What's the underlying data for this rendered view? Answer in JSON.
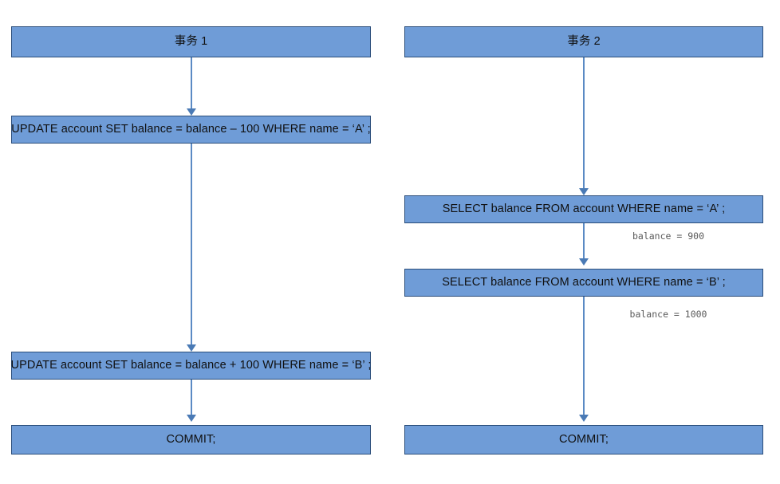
{
  "diagram": {
    "title_left": "事务 1",
    "title_right": "事务 2",
    "columns": [
      {
        "name": "transaction-1",
        "header": "事务 1",
        "steps": [
          {
            "label": "UPDATE account SET balance = balance – 100 WHERE name =   ‘A’  ;"
          },
          {
            "label": "UPDATE account SET balance = balance + 100 WHERE name =   ‘B’  ;"
          },
          {
            "label": "COMMIT;"
          }
        ]
      },
      {
        "name": "transaction-2",
        "header": "事务 2",
        "steps": [
          {
            "label": "SELECT balance FROM account WHERE name =   ‘A’  ;"
          },
          {
            "label": "SELECT balance FROM account WHERE name =   ‘B’  ;"
          },
          {
            "label": "COMMIT;"
          }
        ],
        "annotations": [
          {
            "text": "balance = 900"
          },
          {
            "text": "balance = 1000"
          }
        ]
      }
    ],
    "colors": {
      "node_fill": "#6f9cd7",
      "node_border": "#2a4d7a",
      "connector": "#5b8ac4",
      "arrowhead": "#4a7ab5",
      "annotation_text": "#595959",
      "background": "#ffffff"
    }
  }
}
